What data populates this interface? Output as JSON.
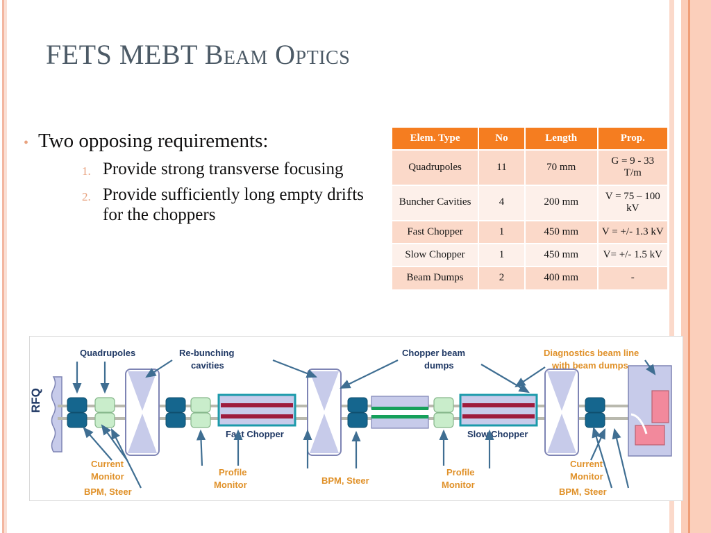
{
  "slide": {
    "title": "FETS MEBT Beam Optics"
  },
  "bullets": {
    "main": "Two opposing requirements:",
    "bullet_glyph": "•",
    "sub": [
      {
        "num": "1.",
        "text": "Provide strong transverse focusing"
      },
      {
        "num": "2.",
        "text": "Provide sufficiently long empty drifts for the choppers"
      }
    ]
  },
  "table": {
    "headers": [
      "Elem. Type",
      "No",
      "Length",
      "Prop."
    ],
    "header_bg": "#f57d20",
    "row_bg_odd": "#fbd9c9",
    "row_bg_even": "#fdf0ea",
    "rows": [
      {
        "type": "Quadrupoles",
        "no": "11",
        "length": "70 mm",
        "prop": "G = 9 - 33 T/m"
      },
      {
        "type": "Buncher Cavities",
        "no": "4",
        "length": "200 mm",
        "prop": "V = 75 – 100 kV"
      },
      {
        "type": "Fast Chopper",
        "no": "1",
        "length": "450 mm",
        "prop": "V = +/- 1.3 kV"
      },
      {
        "type": "Slow Chopper",
        "no": "1",
        "length": "450 mm",
        "prop": "V= +/- 1.5 kV"
      },
      {
        "type": "Beam Dumps",
        "no": "2",
        "length": "400 mm",
        "prop": "-"
      }
    ]
  },
  "diagram": {
    "axis_label": "RFQ",
    "labels_top": [
      {
        "text": "Quadrupoles",
        "color": "#1f3864"
      },
      {
        "text": "Re-bunching",
        "color": "#1f3864"
      },
      {
        "text": "cavities",
        "color": "#1f3864"
      },
      {
        "text": "Chopper beam",
        "color": "#1f3864"
      },
      {
        "text": "dumps",
        "color": "#1f3864"
      },
      {
        "text": "Diagnostics beam line",
        "color": "#e09129"
      },
      {
        "text": "with beam dumps",
        "color": "#e09129"
      }
    ],
    "labels_inline": [
      {
        "text": "Fast Chopper",
        "color": "#1f3864"
      },
      {
        "text": "Slow Chopper",
        "color": "#1f3864"
      }
    ],
    "labels_bottom": [
      {
        "text": "Current",
        "color": "#e09129"
      },
      {
        "text": "Monitor",
        "color": "#e09129"
      },
      {
        "text": "BPM, Steer",
        "color": "#e09129"
      },
      {
        "text": "Profile",
        "color": "#e09129"
      },
      {
        "text": "Monitor",
        "color": "#e09129"
      },
      {
        "text": "BPM, Steer",
        "color": "#e09129"
      },
      {
        "text": "Profile",
        "color": "#e09129"
      },
      {
        "text": "Monitor",
        "color": "#e09129"
      },
      {
        "text": "Current",
        "color": "#e09129"
      },
      {
        "text": "Monitor",
        "color": "#e09129"
      },
      {
        "text": "BPM, Steer",
        "color": "#e09129"
      }
    ],
    "colors": {
      "quad_dark": "#15668e",
      "quad_light": "#c9edcb",
      "cavity_fill": "#c7cbea",
      "cavity_stroke": "#7e84b4",
      "chopper_border": "#1b9aaa",
      "chopper_fill": "#c7cbea",
      "chopper_bar": "#9e1b3c",
      "dump_green": "#15a05a",
      "beamline": "#cfcfc6",
      "arrow": "#3f6e92",
      "diag_box": "#c7cbea",
      "diag_pink": "#f2899c"
    }
  }
}
